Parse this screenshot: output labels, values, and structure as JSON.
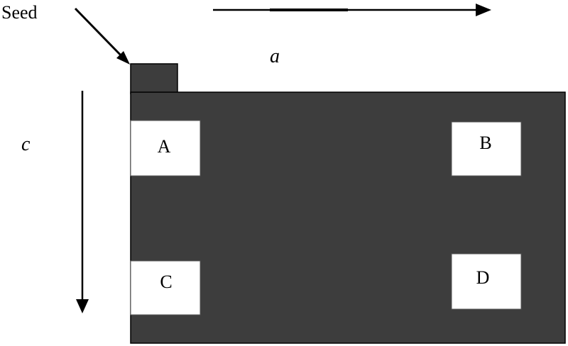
{
  "labels": {
    "seed": "Seed",
    "axis_a": "a",
    "axis_c": "c"
  },
  "regions": [
    {
      "label": "A"
    },
    {
      "label": "B"
    },
    {
      "label": "C"
    },
    {
      "label": "D"
    }
  ],
  "colors": {
    "block": "#3d3d3d",
    "region_fill": "#ffffff",
    "arrow": "#000000",
    "background": "#ffffff"
  }
}
